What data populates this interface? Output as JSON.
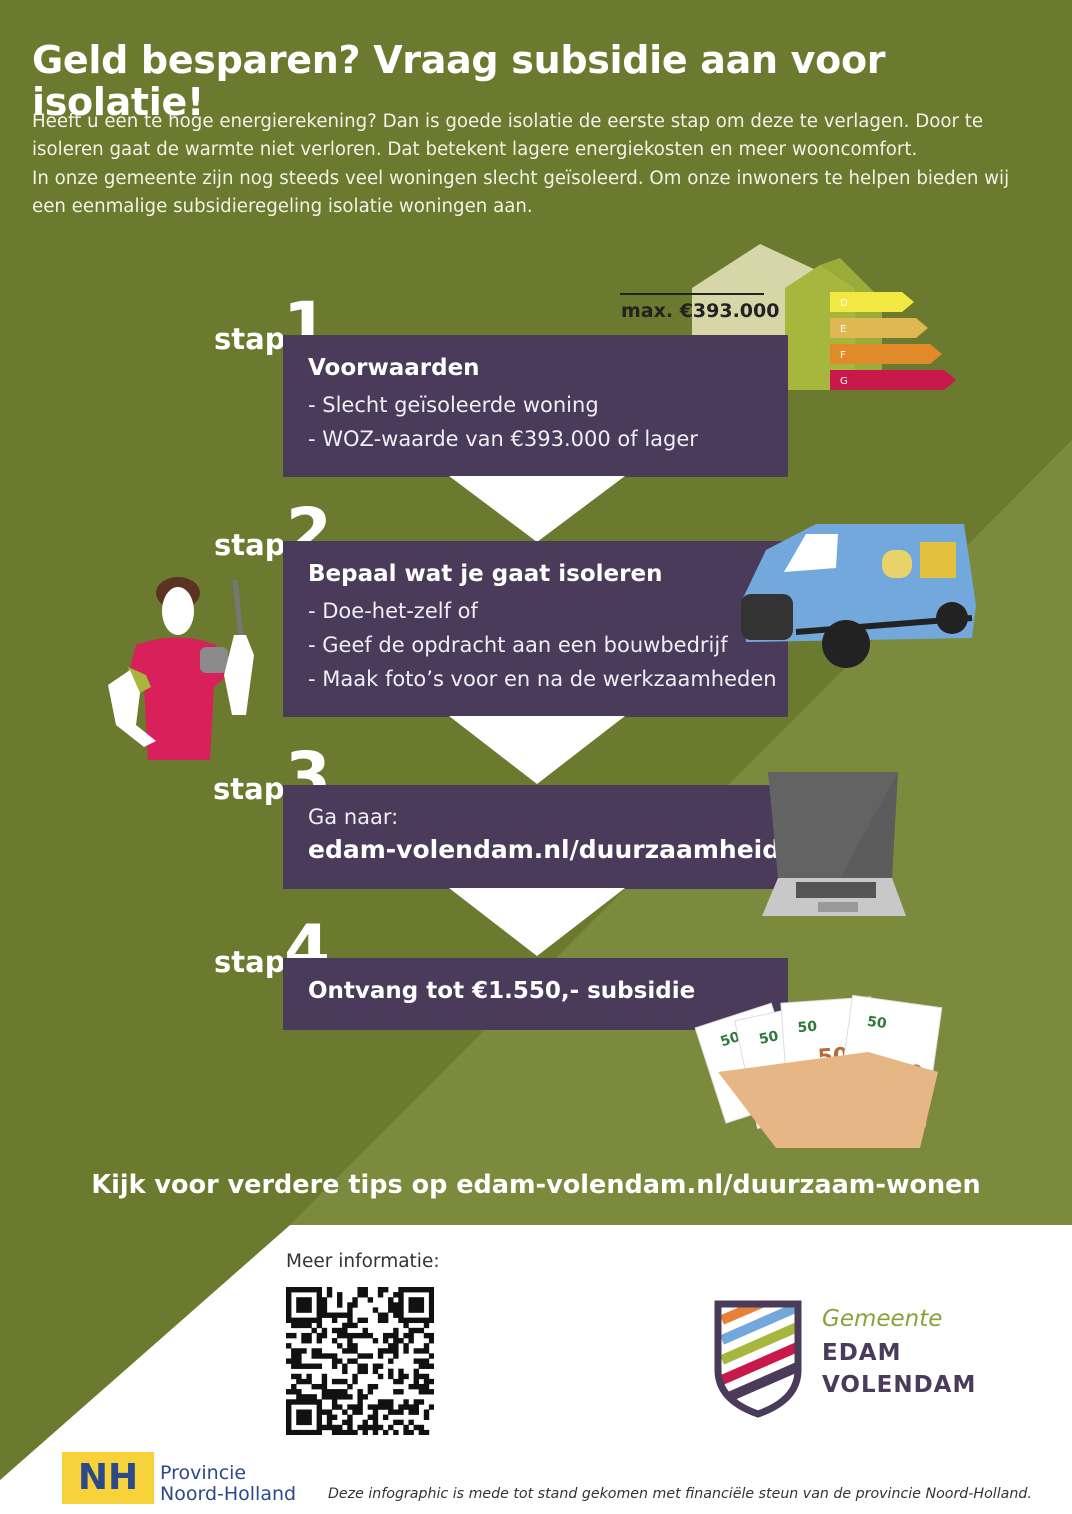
{
  "title": "Geld besparen? Vraag subsidie aan voor isolatie!",
  "intro": [
    "Heeft u een te hoge energierekening? Dan is goede isolatie de eerste stap om deze te verlagen. Door te isoleren gaat de warmte niet verloren. Dat betekent lagere energiekosten en meer wooncomfort.",
    "In onze gemeente zijn nog steeds veel woningen slecht geïsoleerd. Om onze inwoners te helpen bieden wij een eenmalige subsidieregeling isolatie woningen aan."
  ],
  "house": {
    "max_label": "max. €393.000",
    "energy_labels": [
      "D",
      "E",
      "F",
      "G"
    ],
    "energy_colors": [
      "#f1e842",
      "#e0b852",
      "#e08a2a",
      "#c8194a"
    ]
  },
  "steps": [
    {
      "word": "stap",
      "number": "1",
      "heading": "Voorwaarden",
      "items": [
        "- Slecht geïsoleerde woning",
        "- WOZ-waarde van €393.000 of lager"
      ]
    },
    {
      "word": "stap",
      "number": "2",
      "heading": "Bepaal wat je gaat isoleren",
      "items": [
        "- Doe-het-zelf of",
        "- Geef de opdracht aan een bouwbedrijf",
        "- Maak foto’s voor en na de werkzaamheden"
      ]
    },
    {
      "word": "stap",
      "number": "3",
      "intro": "Ga naar:",
      "link": "edam-volendam.nl/duurzaamheid"
    },
    {
      "word": "stap",
      "number": "4",
      "heading": "Ontvang tot €1.550,- subsidie"
    }
  ],
  "banknote_value": "50",
  "tip": "Kijk voor verdere tips op edam-volendam.nl/duurzaam-wonen",
  "meer_informatie": "Meer informatie:",
  "gemeente": {
    "prefix": "Gemeente",
    "line1": "EDAM",
    "line2": "VOLENDAM"
  },
  "provincie": {
    "line1": "Provincie",
    "line2": "Noord-Holland",
    "logo_text": "NH"
  },
  "footer_note": "Deze infographic is mede tot stand gekomen met financiële steun van de provincie Noord-Holland.",
  "colors": {
    "background": "#6b7a2e",
    "panel": "#4b3b5a",
    "accent_green": "#8aa23a"
  }
}
